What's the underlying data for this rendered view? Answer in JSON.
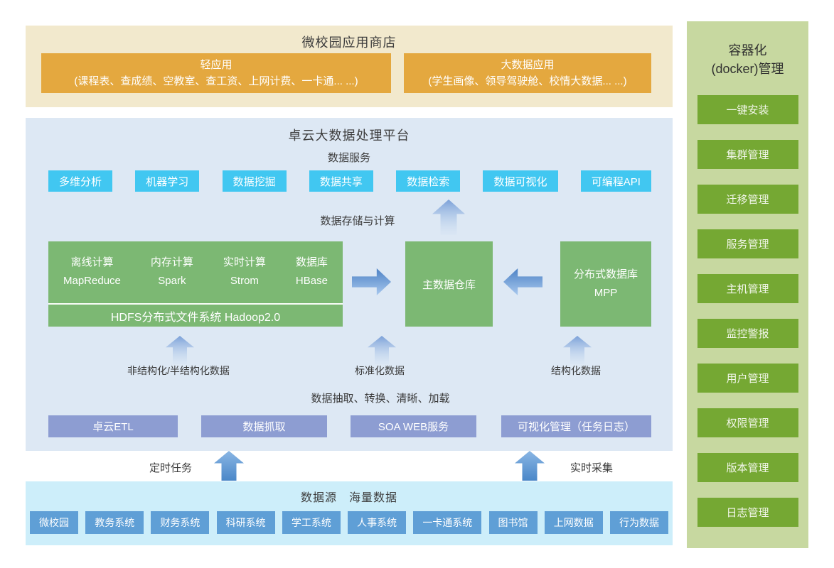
{
  "app_store": {
    "title": "微校园应用商店",
    "light_app": {
      "title": "轻应用",
      "desc": "(课程表、查成绩、空教室、查工资、上网计费、一卡通... ...)"
    },
    "bigdata_app": {
      "title": "大数据应用",
      "desc": "(学生画像、领导驾驶舱、校情大数据... ...)"
    }
  },
  "platform": {
    "title": "卓云大数据处理平台",
    "data_service_label": "数据服务",
    "services": [
      "多维分析",
      "机器学习",
      "数据挖掘",
      "数据共享",
      "数据检索",
      "数据可视化",
      "可编程API"
    ],
    "storage_label": "数据存储与计算",
    "hadoop": {
      "columns": [
        {
          "name": "离线计算",
          "tech": "MapReduce"
        },
        {
          "name": "内存计算",
          "tech": "Spark"
        },
        {
          "name": "实时计算",
          "tech": "Strom"
        },
        {
          "name": "数据库",
          "tech": "HBase"
        }
      ],
      "base": "HDFS分布式文件系统 Hadoop2.0"
    },
    "warehouse": "主数据仓库",
    "mpp": {
      "line1": "分布式数据库",
      "line2": "MPP"
    },
    "flow_labels": [
      "非结构化/半结构化数据",
      "标准化数据",
      "结构化数据"
    ],
    "etl_label": "数据抽取、转换、清晰、加载",
    "etl_tools": [
      "卓云ETL",
      "数据抓取",
      "SOA WEB服务",
      "可视化管理（任务日志）"
    ]
  },
  "ingest": {
    "scheduled": "定时任务",
    "realtime": "实时采集"
  },
  "sources": {
    "title": "数据源　海量数据",
    "items": [
      "微校园",
      "教务系统",
      "财务系统",
      "科研系统",
      "学工系统",
      "人事系统",
      "一卡通系统",
      "图书馆",
      "上网数据",
      "行为数据"
    ]
  },
  "docker": {
    "title_line1": "容器化",
    "title_line2": "(docker)管理",
    "items": [
      "一键安装",
      "集群管理",
      "迁移管理",
      "服务管理",
      "主机管理",
      "监控警报",
      "用户管理",
      "权限管理",
      "版本管理",
      "日志管理"
    ]
  },
  "colors": {
    "app_store_bg": "#f2e9cd",
    "app_box": "#e4a83f",
    "platform_bg": "#dde8f4",
    "service_box": "#41c7f1",
    "storage_box": "#7cb873",
    "etl_box": "#8d9dd2",
    "sources_bg": "#cdeefa",
    "source_box": "#5f9fd6",
    "docker_bg": "#c7d8a0",
    "docker_box": "#75a833",
    "arrow_solid": "#5b9bd5",
    "text_dark": "#3d3d3d"
  }
}
